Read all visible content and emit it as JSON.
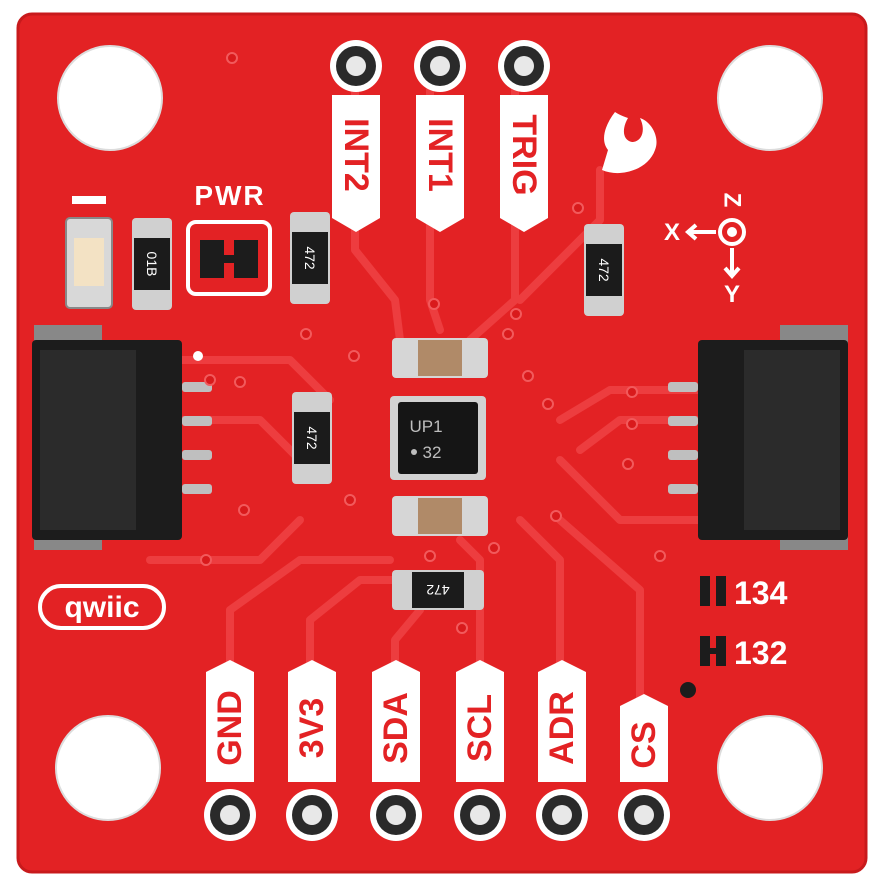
{
  "colors": {
    "pcb_red": "#e32224",
    "trace_red": "#ee3a3c",
    "silkscreen": "#ffffff",
    "pad_silver": "#c9c9c9",
    "connector_black": "#1c1c1c",
    "ic_black": "#151515"
  },
  "top_pins": [
    "INT2",
    "INT1",
    "TRIG"
  ],
  "bottom_pins": [
    "GND",
    "3V3",
    "SDA",
    "SCL",
    "ADR",
    "CS"
  ],
  "pwr_label": "PWR",
  "qwiic_logo": "qwiic",
  "jumpers": [
    "134",
    "132"
  ],
  "axes": {
    "x": "X",
    "y": "Y",
    "z": "Z"
  },
  "ic_marking": [
    "UP1",
    "32"
  ],
  "resistor_markings": [
    "01B",
    "472",
    "472",
    "472",
    "472"
  ],
  "icons": {
    "logo": "sparkfun-flame-icon",
    "axes": "axis-orientation-icon",
    "connector_left": "qwiic-connector-icon",
    "connector_right": "qwiic-connector-icon"
  }
}
